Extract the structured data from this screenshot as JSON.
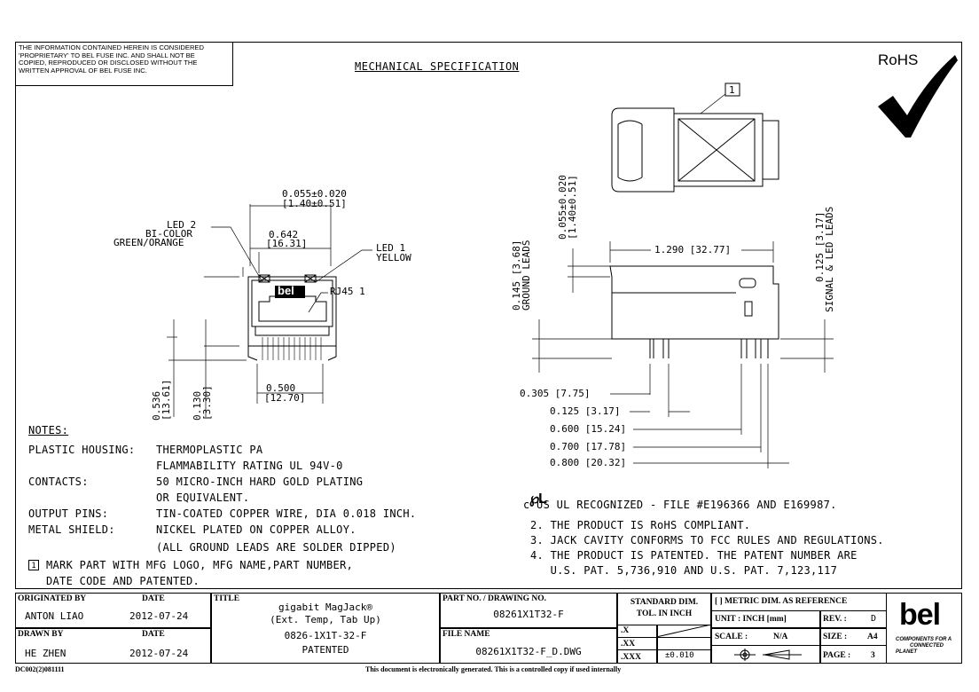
{
  "notice": [
    "THE INFORMATION CONTAINED HEREIN IS CONSIDERED",
    "'PROPRIETARY' TO BEL FUSE INC. AND SHALL NOT BE",
    "COPIED, REPRODUCED OR DISCLOSED WITHOUT THE",
    "WRITTEN APPROVAL OF BEL FUSE INC."
  ],
  "heading": "MECHANICAL SPECIFICATION",
  "rohs": "RoHS",
  "front_view": {
    "led2": [
      "LED 2",
      "BI-COLOR",
      "GREEN/ORANGE"
    ],
    "led1": [
      "LED 1",
      "YELLOW"
    ],
    "rj45": "RJ45 1",
    "logo": "bel",
    "dim_top": [
      "0.055±0.020",
      "[1.40±0.51]"
    ],
    "dim_width": [
      "0.642",
      "[16.31]"
    ],
    "dim_height": [
      "0.536",
      "[13.61]"
    ],
    "dim_post": [
      "0.130",
      "[3.30]"
    ],
    "dim_pitch": [
      "0.500",
      "[12.70]"
    ]
  },
  "top_view": {
    "callout": "1"
  },
  "side_view": {
    "dim_vert_left": [
      "0.055±0.020",
      "[1.40±0.51]"
    ],
    "dim_ground": [
      "0.145 [3.68]",
      "GROUND LEADS"
    ],
    "dim_signal": [
      "0.125 [3.17]",
      "SIGNAL & LED LEADS"
    ],
    "dim_length": "1.290 [32.77]",
    "dims_stack": [
      "0.305 [7.75]",
      "0.125 [3.17]",
      "0.600 [15.24]",
      "0.700 [17.78]",
      "0.800 [20.32]"
    ]
  },
  "notes": {
    "title": "NOTES:",
    "left": [
      {
        "label": "PLASTIC HOUSING:",
        "lines": [
          "THERMOPLASTIC PA",
          "FLAMMABILITY RATING UL 94V-0"
        ]
      },
      {
        "label": "CONTACTS:",
        "lines": [
          "50 MICRO-INCH HARD GOLD PLATING",
          "OR EQUIVALENT."
        ]
      },
      {
        "label": "OUTPUT PINS:",
        "lines": [
          "TIN-COATED COPPER WIRE, DIA 0.018 INCH."
        ]
      },
      {
        "label": "METAL SHIELD:",
        "lines": [
          "NICKEL PLATED ON COPPER ALLOY.",
          "(ALL GROUND LEADS ARE SOLDER DIPPED)"
        ]
      }
    ],
    "mark": [
      "1",
      "MARK PART WITH MFG LOGO, MFG NAME,PART NUMBER,",
      "DATE CODE AND PATENTED."
    ],
    "right": [
      "c  US UL RECOGNIZED - FILE #E196366 AND E169987.",
      "2. THE PRODUCT IS RoHS COMPLIANT.",
      "3. JACK CAVITY CONFORMS TO FCC RULES AND REGULATIONS.",
      "4. THE PRODUCT IS PATENTED. THE PATENT NUMBER ARE",
      "   U.S. PAT. 5,736,910 AND U.S. PAT. 7,123,117"
    ]
  },
  "title_block": {
    "originated_by_label": "ORIGINATED BY",
    "date_label": "DATE",
    "originated_by": "ANTON LIAO",
    "originated_date": "2012-07-24",
    "drawn_by_label": "DRAWN BY",
    "drawn_by": "HE ZHEN",
    "drawn_date": "2012-07-24",
    "title_label": "TITLE",
    "title_lines": [
      "gigabit MagJack®",
      "(Ext. Temp, Tab Up)",
      "0826-1X1T-32-F",
      "PATENTED"
    ],
    "part_label": "PART NO. / DRAWING NO.",
    "part_no": "08261X1T32-F",
    "file_label": "FILE NAME",
    "file_name": "08261X1T32-F_D.DWG",
    "std_dim": [
      "STANDARD DIM.",
      "TOL. IN INCH"
    ],
    "tol": [
      ".X",
      ".XX",
      ".XXX",
      "±0.010"
    ],
    "metric_ref": "[ ] METRIC DIM. AS REFERENCE",
    "unit": "UNIT : INCH [mm]",
    "rev": "REV. :",
    "rev_val": "D",
    "scale": "SCALE :",
    "scale_val": "N/A",
    "size": "SIZE :",
    "size_val": "A4",
    "page": "PAGE :",
    "page_val": "3",
    "logo": "bel",
    "tagline": [
      "COMPONENTS FOR A",
      "CONNECTED",
      "PLANET"
    ]
  },
  "doc_code": "DC002(2)081111",
  "footer": "This document is electronically generated. This is a controlled copy if used internally"
}
